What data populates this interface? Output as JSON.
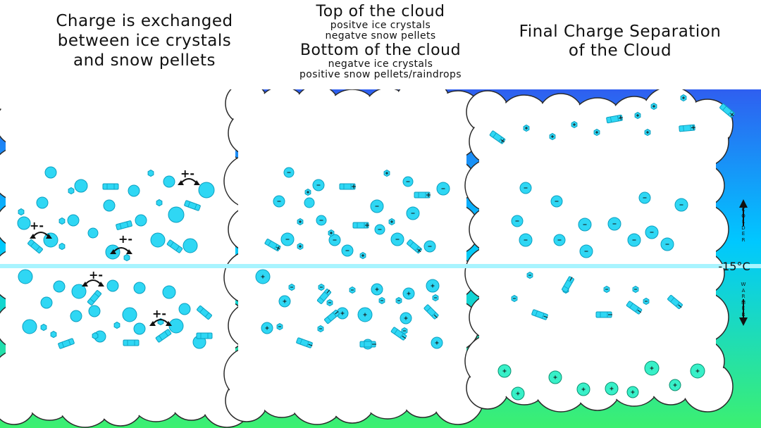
{
  "titles": {
    "left": [
      "Charge is exchanged",
      "between ice crystals",
      "and snow pellets"
    ],
    "middle": {
      "top_heading": "Top of the cloud",
      "top_lines": [
        "positve ice crystals",
        "negatve snow pellets"
      ],
      "bottom_heading": "Bottom of the cloud",
      "bottom_lines": [
        "negatve ice crystals",
        "positive snow pellets/raindrops"
      ]
    },
    "right": [
      "Final Charge Separation",
      "of the Cloud"
    ]
  },
  "temperature_line": {
    "label": "-15°C",
    "colder": "COLDER",
    "warmer": "WARMER"
  },
  "exchange_label": "+-",
  "colors": {
    "sky_top": "#2f5ff0",
    "sky_mid": "#00c8ff",
    "sky_bottom": "#3cf070",
    "particle": "#2fd7f4",
    "particle_stroke": "#0b9fc0",
    "raindrop": "#38f0c8",
    "temp_line": "#a8f4ff"
  },
  "icons": [
    "ice-crystal-icon",
    "snow-pellet-icon",
    "raindrop-icon",
    "exchange-arrow-icon",
    "arrow-up-icon",
    "arrow-down-icon"
  ]
}
